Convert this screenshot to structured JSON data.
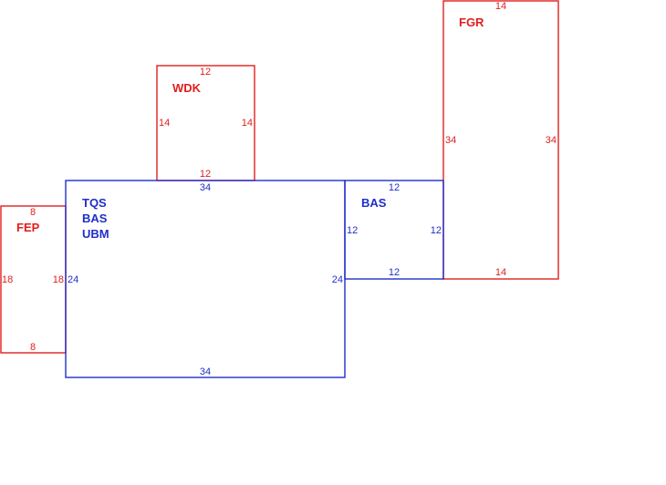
{
  "colors": {
    "red": "#e01e1e",
    "blue": "#1f2fc9",
    "background": "#ffffff"
  },
  "shapes": {
    "fgr": {
      "label": "FGR",
      "top": "14",
      "bottom": "14",
      "left": "34",
      "right": "34"
    },
    "wdk": {
      "label": "WDK",
      "top": "12",
      "bottom": "12",
      "left": "14",
      "right": "14"
    },
    "fep": {
      "label": "FEP",
      "top": "8",
      "bottom": "8",
      "left": "18",
      "right": "18"
    },
    "main": {
      "labels": [
        "TQS",
        "BAS",
        "UBM"
      ],
      "top": "34",
      "bottom": "34",
      "left": "24",
      "right": "24"
    },
    "bas": {
      "label": "BAS",
      "top": "12",
      "bottom": "12",
      "left": "12",
      "right": "12"
    }
  }
}
